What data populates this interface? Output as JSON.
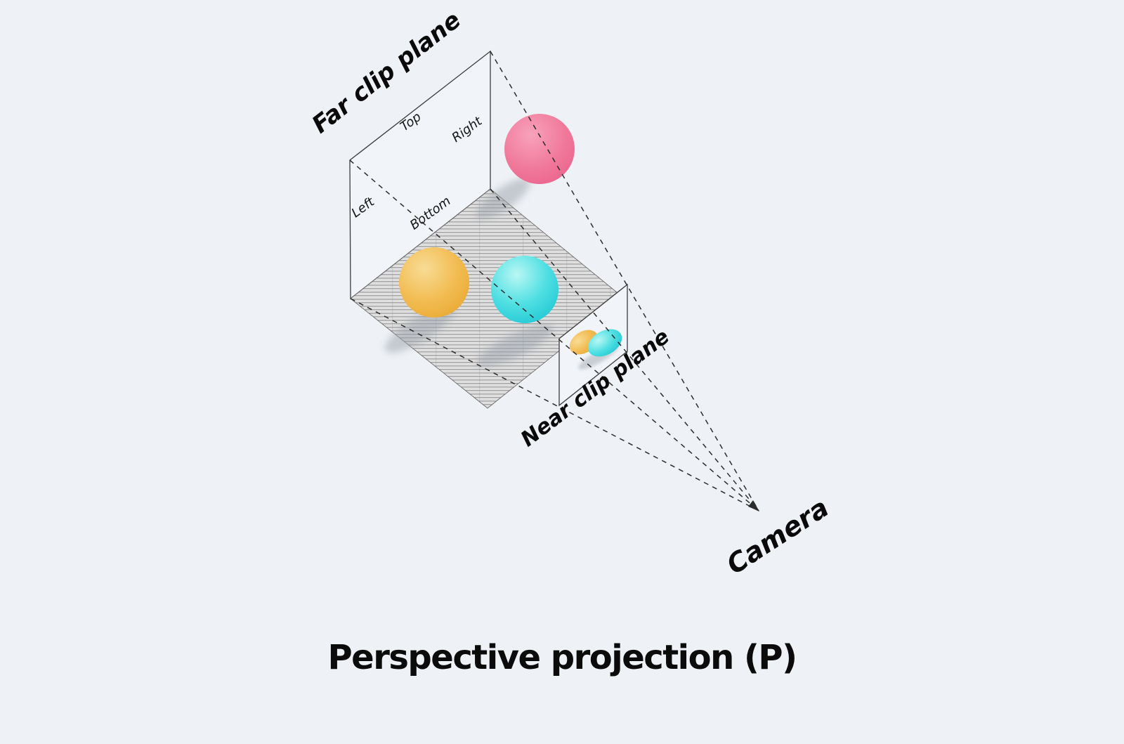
{
  "diagram": {
    "title": "Perspective projection (P)",
    "labels": {
      "far_plane": "Far clip plane",
      "near_plane": "Near clip plane",
      "camera": "Camera",
      "top": "Top",
      "right": "Right",
      "left": "Left",
      "bottom": "Bottom"
    },
    "colors": {
      "background": "#eef1f5",
      "plane_fill": "#f1f4f8",
      "outline": "#3c3c3c",
      "dashed_line": "#2c2c2c",
      "sphere_pink": "#f07899",
      "sphere_yellow": "#f2bc52",
      "sphere_cyan": "#4fdfe2",
      "floor_stripe": "#a9a9a9",
      "shadow": "#9aa2ab"
    },
    "spheres": [
      "pink",
      "yellow",
      "cyan"
    ],
    "projected_spheres": [
      "yellow",
      "cyan"
    ]
  }
}
